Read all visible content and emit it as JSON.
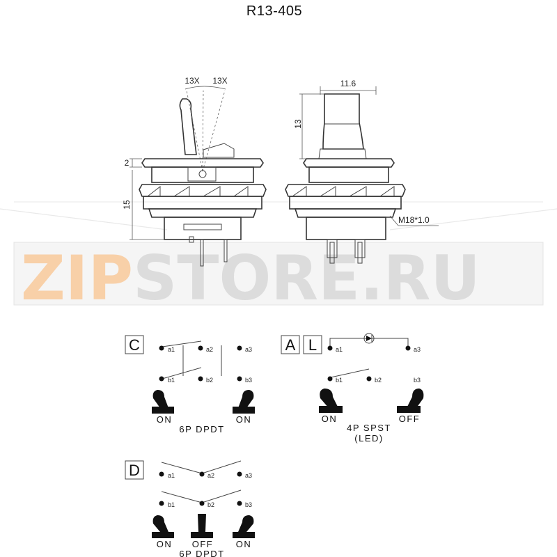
{
  "title": "R13-405",
  "dimensions": {
    "angle_left": "13X",
    "angle_right": "13X",
    "height_2": "2",
    "height_15": "15",
    "width_11_6": "11.6",
    "height_13": "13",
    "thread": "M18*1.0"
  },
  "watermark": {
    "part1": "ZIP",
    "part2": "STORE.RU",
    "color1": "#f7c89a",
    "color2": "#d6d6d6"
  },
  "diagram_c": {
    "tag": "C",
    "pins_top": [
      "a1",
      "a2",
      "a3"
    ],
    "pins_bottom": [
      "b1",
      "b2",
      "b3"
    ],
    "pos_left": "ON",
    "pos_right": "ON",
    "caption": "6P DPDT"
  },
  "diagram_al": {
    "tag_a": "A",
    "tag_l": "L",
    "pins_top": [
      "a1",
      "a3"
    ],
    "pins_bottom": [
      "b1",
      "b2",
      "b3"
    ],
    "pos_left": "ON",
    "pos_right": "OFF",
    "caption": "4P SPST",
    "caption2": "(LED)"
  },
  "diagram_d": {
    "tag": "D",
    "pins_top": [
      "a1",
      "a2",
      "a3"
    ],
    "pins_bottom": [
      "b1",
      "b2",
      "b3"
    ],
    "pos_left": "ON",
    "pos_mid": "OFF",
    "pos_right": "ON",
    "caption": "6P DPDT"
  }
}
